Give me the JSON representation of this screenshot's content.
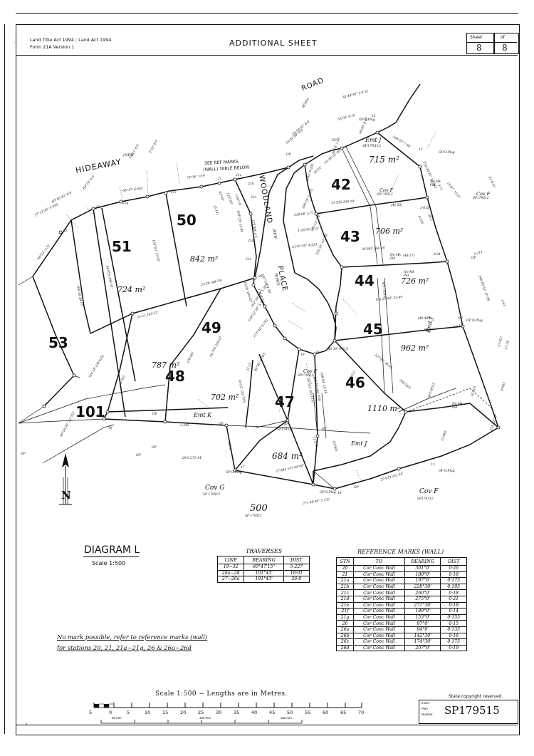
{
  "header": {
    "act_line1": "Land Title Act 1994 ; Land Act 1994",
    "act_line2": "Form 21A Version 1",
    "title": "ADDITIONAL  SHEET",
    "sheet_label": "Sheet",
    "sheet_value": "8",
    "of_label": "of",
    "of_value": "8"
  },
  "diagram": {
    "title": "DIAGRAM L",
    "scale": "Scale 1:500",
    "north_label": "N",
    "note_line1": "No mark possible, refer to reference marks (wall)",
    "note_line2": "for stations 20, 21, 21a−21g, 26 & 26a−26d",
    "ref_note_line1": "SEE REF MARKS",
    "ref_note_line2": "(WALL) TABLE BELOW",
    "streets": [
      {
        "name": "HIDEAWAY",
        "sub": "(NEW"
      },
      {
        "name": "WOODLAND",
        "sub": "(NEW"
      },
      {
        "name": "PLACE",
        "sub": "ROAD)"
      },
      {
        "name": "ROAD",
        "sub": "ROAD)"
      }
    ],
    "lots": [
      {
        "number": "42",
        "area": "715 m²"
      },
      {
        "number": "43",
        "area": "706 m²"
      },
      {
        "number": "44",
        "area": "726 m²"
      },
      {
        "number": "45",
        "area": "962 m²"
      },
      {
        "number": "46",
        "area": "1110 m²"
      },
      {
        "number": "47",
        "area": "684 m²"
      },
      {
        "number": "48",
        "area": "702 m²"
      },
      {
        "number": "49",
        "area": "787 m²"
      },
      {
        "number": "50",
        "area": "842 m²"
      },
      {
        "number": "51",
        "area": "724 m²"
      },
      {
        "number": "53",
        "area": ""
      },
      {
        "number": "101",
        "area": ""
      },
      {
        "number": "500",
        "area": ""
      }
    ],
    "easements": [
      {
        "label": "Emt J",
        "plan": "SP179512"
      },
      {
        "label": "Emt J",
        "plan": ""
      },
      {
        "label": "Emt K",
        "plan": ""
      },
      {
        "label": "Cov F",
        "plan": "SP179512"
      },
      {
        "label": "Cov G",
        "plan": "SP 179512"
      },
      {
        "label": "Cov F",
        "plan": "SP179512"
      },
      {
        "label": "500",
        "plan": "SP 179511"
      }
    ],
    "marks": [
      "No Mk Pld",
      "No Mk Pld",
      "No Mk Pld",
      "OP",
      "OP O.Plug",
      "OP",
      "OP O.Plug",
      "OP",
      "OP O.Plug",
      "OP",
      "OP O.Plug",
      "OP"
    ],
    "bearings": [
      "57°12'30\" 5·245",
      "54°53' 2·32",
      "60°40'30\" 6·0",
      "64°24' 6·0",
      "68°17' 6·665",
      "72°11' 6·0",
      "5°53' 6·0",
      "79°16' 13·0",
      "93°40'",
      "123°59'",
      "154°19'",
      "(3·14)",
      "169°29' 12·86",
      "173°09' 4·5",
      "181°55' 4·58",
      "156°53' 33·92",
      "34·955 344·51'",
      "166·30 39·17",
      "23·51 243·22'",
      "23·28 (48·79)",
      "10·95 194·03'",
      "181·07' 3·2",
      "162°30'30\" 5·305",
      "138°22'30\" 5·53",
      "113°40' 6·195",
      "86°46' 6·205",
      "21·15",
      "34·705 350·07'",
      "(38·08)",
      "3·745",
      "324·18' (29·515)",
      "40°26'30\" 12·555",
      "3·345",
      "29·0 273·14'",
      "10·09",
      "10·51' (33·725)",
      "27·885 107·44'40\"",
      "11·575",
      "271·40'40\" 5·135",
      "10·065",
      "27·979 251·26'",
      "12·985",
      "214·22'20\"",
      "9·883",
      "10·015",
      "168·04' 25·58",
      "348·04' (40·355)",
      "30·535 (43·115)",
      "42·19' 4·215",
      "127·45' 36·02",
      "(48·545)",
      "102·29'30\" 35·49",
      "(48·485)",
      "10·12",
      "36·865 266·26'",
      "(48·17)",
      "8·24",
      "31·935 259·29'",
      "(42·55)",
      "3·015",
      "338·06' 5·71",
      "1·26'30\" 5·22",
      "21·01'30\" 4·325",
      "326·35' 10·235",
      "343·13' 7·87",
      "349·29' 5·075",
      "2·05' 9·205",
      "28·51'",
      "55·39' (2·78)",
      "56·03' 1·84",
      "59·59'30\" 6·0",
      "56·01'30\" 6·0",
      "53·02' 4·16",
      "48·00' 6·07",
      "41·44'30\" 5·9·32",
      "308·02' 7·36",
      "332·06'35\" 10·935",
      "4·71",
      "4·535",
      "28·2",
      "15·07' 14·97",
      "2·212",
      "346·09'35\" 16·96",
      "3·63",
      "21·627",
      "37·38",
      "31·9·35",
      "259·29'",
      "3·015"
    ],
    "stations": [
      "22",
      "33",
      "21g",
      "21i",
      "21",
      "21a",
      "21b",
      "21c",
      "21d",
      "21e",
      "20",
      "12",
      "13",
      "15",
      "16",
      "17",
      "18",
      "19",
      "38"
    ]
  },
  "traverses": {
    "title": "TRAVERSES",
    "columns": [
      "LINE",
      "BEARING",
      "DIST"
    ],
    "rows": [
      [
        "19−32",
        "60°47'15\"",
        "5·227"
      ],
      [
        "28a−28",
        "101°43'",
        "18·01"
      ],
      [
        "27−26a",
        "191°43'",
        "26·0"
      ]
    ]
  },
  "reference_marks": {
    "title": "REFERENCE MARKS (WALL)",
    "columns": [
      "STN",
      "TO",
      "BEARING",
      "DIST"
    ],
    "rows": [
      [
        "20",
        "Cor Conc Wall",
        "301°0'",
        "0·26"
      ],
      [
        "21",
        "Cor Conc Wall",
        "180°0'",
        "0·18"
      ],
      [
        "21a",
        "Cor Conc Wall",
        "197°0'",
        "0·175"
      ],
      [
        "21b",
        "Cor Conc Wall",
        "228°30'",
        "0·195"
      ],
      [
        "21c",
        "Cor Conc Wall",
        "260°0'",
        "0·18"
      ],
      [
        "21d",
        "Cor Conc Wall",
        "275°0'",
        "0·21"
      ],
      [
        "21e",
        "Cor Conc Wall",
        "271°30'",
        "0·18"
      ],
      [
        "21f",
        "Cor Conc Wall",
        "180°0'",
        "0·14"
      ],
      [
        "21g",
        "Cor Conc Wall",
        "153°0'",
        "0·155"
      ],
      [
        "26",
        "Cor Conc Wall",
        "97°0'",
        "0·15"
      ],
      [
        "26a",
        "Cor Conc Wall",
        "94°0'",
        "0·135"
      ],
      [
        "26b",
        "Cor Conc Wall",
        "142°30'",
        "0·16"
      ],
      [
        "26c",
        "Cor Conc Wall",
        "174°30'",
        "0·175"
      ],
      [
        "26d",
        "Cor Conc Wall",
        "207°0'",
        "0·19"
      ]
    ]
  },
  "scalebar": {
    "caption": "Scale 1:500 − Lengths are in Metres.",
    "ticks": [
      "5",
      "0",
      "5",
      "10",
      "15",
      "20",
      "25",
      "30",
      "35",
      "40",
      "45",
      "50",
      "55",
      "60",
      "65",
      "70"
    ],
    "mm_ticks": [
      "50 mm",
      "100 mm",
      "150 mm"
    ]
  },
  "footer": {
    "copyright": "State copyright reserved.",
    "insert_label_1": "Insert",
    "insert_label_2": "Plan",
    "insert_label_3": "Number",
    "plan_number": "SP179515"
  }
}
